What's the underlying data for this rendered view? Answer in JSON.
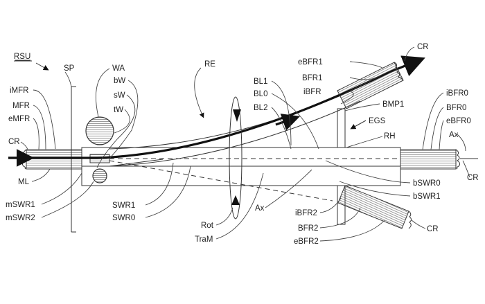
{
  "diagram": {
    "labels": {
      "RSU": "RSU",
      "SP": "SP",
      "WA": "WA",
      "bW": "bW",
      "sW": "sW",
      "tW": "tW",
      "iMFR": "iMFR",
      "MFR": "MFR",
      "eMFR": "eMFR",
      "CR_left": "CR",
      "ML": "ML",
      "mSWR1": "mSWR1",
      "mSWR2": "mSWR2",
      "SWR1": "SWR1",
      "SWR0": "SWR0",
      "RE": "RE",
      "Rot": "Rot",
      "TraM": "TraM",
      "Ax_mid": "Ax",
      "BL1": "BL1",
      "BL0": "BL0",
      "BL2": "BL2",
      "eBFR1": "eBFR1",
      "BFR1": "BFR1",
      "iBFR": "iBFR",
      "CR_top": "CR",
      "BMP1": "BMP1",
      "EGS": "EGS",
      "RH": "RH",
      "iBFR0": "iBFR0",
      "BFR0": "BFR0",
      "eBFR0": "eBFR0",
      "Ax_right": "Ax",
      "CR_right": "CR",
      "bSWR0": "bSWR0",
      "bSWR1": "bSWR1",
      "iBFR2": "iBFR2",
      "BFR2": "BFR2",
      "eBFR2": "eBFR2",
      "CR_bottom": "CR"
    },
    "colors": {
      "ink": "#333333",
      "background": "#ffffff"
    }
  }
}
